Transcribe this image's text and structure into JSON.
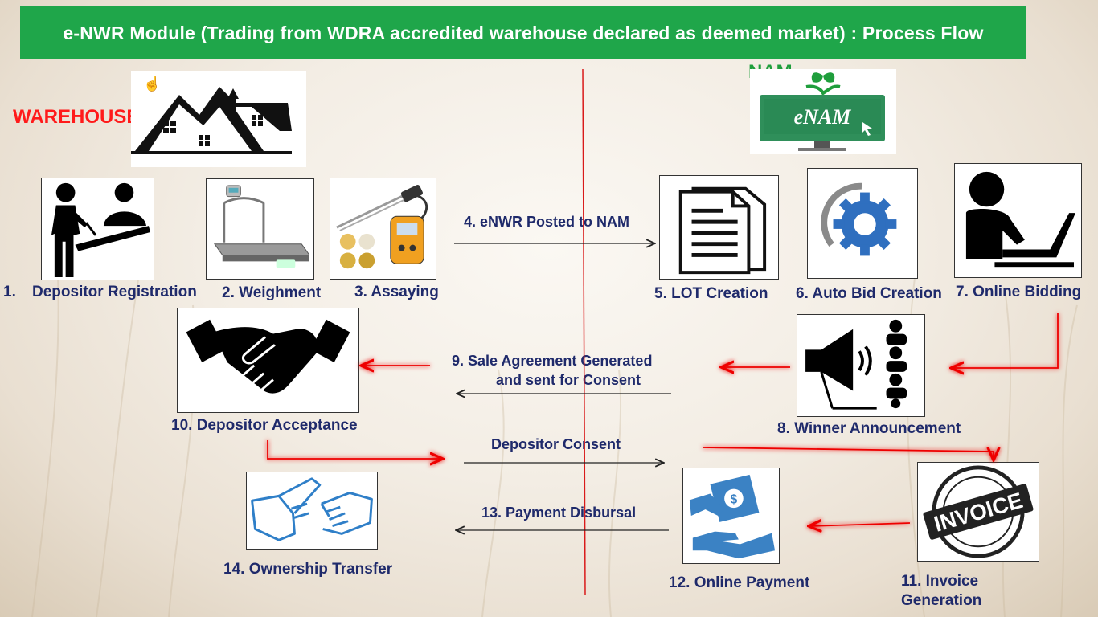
{
  "title": "e-NWR Module (Trading from WDRA accredited warehouse declared as deemed market) : Process Flow",
  "warehouse_label": "WAREHOUSE",
  "nam_label": "NAM",
  "enam_logo_text": "eNAM",
  "steps": {
    "s1_num": "1.",
    "s1": "Depositor Registration",
    "s2": "2. Weighment",
    "s3": "3. Assaying",
    "s5": "5. LOT Creation",
    "s6": "6. Auto Bid Creation",
    "s7": "7. Online Bidding",
    "s8": "8. Winner Announcement",
    "s10": "10. Depositor Acceptance",
    "s11_line1": "11. Invoice",
    "s11_line2": "Generation",
    "s12": "12. Online Payment",
    "s14": "14. Ownership Transfer"
  },
  "flows": {
    "f4": "4. eNWR Posted to NAM",
    "f9_line1": "9. Sale Agreement Generated",
    "f9_line2": "and sent for Consent",
    "consent": "Depositor Consent",
    "f13": "13. Payment  Disbursal"
  },
  "invoice_text": "INVOICE",
  "colors": {
    "title_bg": "#1fa64a",
    "label": "#1f2a6b",
    "red": "#ff1a1a",
    "green": "#1f9e3c",
    "icon_blue": "#3b82c4"
  },
  "icons": [
    "warehouse-house-icon",
    "enam-monitor-icon",
    "registration-desk-icon",
    "weighing-scale-icon",
    "moisture-meter-icon",
    "document-stack-icon",
    "gear-icon",
    "person-laptop-icon",
    "megaphone-audience-icon",
    "handshake-icon",
    "invoice-stamp-icon",
    "payment-hands-icon",
    "ownership-handover-icon"
  ]
}
